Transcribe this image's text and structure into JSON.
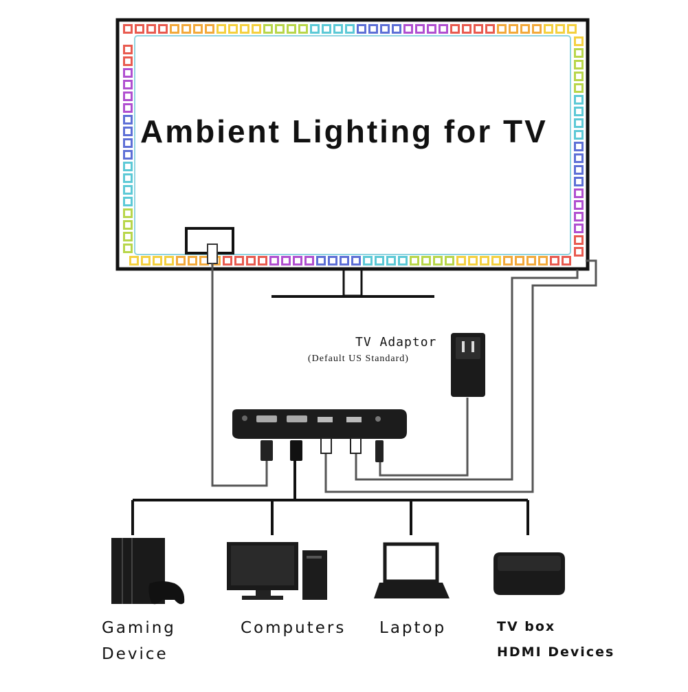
{
  "title": "Ambient Lighting for TV",
  "adaptor": {
    "label": "TV Adaptor",
    "note": "(Default US Standard)"
  },
  "devices": [
    {
      "line1": "Gaming",
      "line2": "Device"
    },
    {
      "line1": "Computers"
    },
    {
      "line1": "Laptop"
    },
    {
      "line1": "TV box",
      "line2": "HDMI Devices"
    }
  ],
  "colors": {
    "led_palette": [
      "#e85a4f",
      "#f2a93b",
      "#f4d03f",
      "#b8d64a",
      "#5cc9d6",
      "#5d6fd6",
      "#b04fd0"
    ],
    "wire": "#555555",
    "device": "#1a1a1a"
  }
}
